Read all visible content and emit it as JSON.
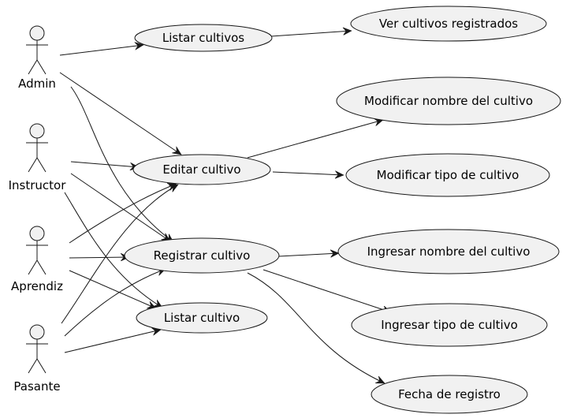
{
  "actors": [
    {
      "id": "admin",
      "label": "Admin"
    },
    {
      "id": "instructor",
      "label": "Instructor"
    },
    {
      "id": "aprendiz",
      "label": "Aprendiz"
    },
    {
      "id": "pasante",
      "label": "Pasante"
    }
  ],
  "usecases": [
    {
      "id": "listar_cultivos",
      "label": "Listar cultivos"
    },
    {
      "id": "ver_cultivos",
      "label": "Ver cultivos registrados"
    },
    {
      "id": "mod_nombre",
      "label": "Modificar nombre del cultivo"
    },
    {
      "id": "editar",
      "label": "Editar cultivo"
    },
    {
      "id": "mod_tipo",
      "label": "Modificar tipo de cultivo"
    },
    {
      "id": "registrar",
      "label": "Registrar cultivo"
    },
    {
      "id": "ing_nombre",
      "label": "Ingresar nombre del cultivo"
    },
    {
      "id": "listar_cultivo",
      "label": "Listar cultivo"
    },
    {
      "id": "ing_tipo",
      "label": "Ingresar tipo de cultivo"
    },
    {
      "id": "fecha",
      "label": "Fecha de registro"
    }
  ],
  "relations": [
    {
      "from": "admin",
      "to": "listar_cultivos"
    },
    {
      "from": "admin",
      "to": "editar"
    },
    {
      "from": "admin",
      "to": "registrar"
    },
    {
      "from": "instructor",
      "to": "editar"
    },
    {
      "from": "instructor",
      "to": "registrar"
    },
    {
      "from": "instructor",
      "to": "listar_cultivo"
    },
    {
      "from": "aprendiz",
      "to": "editar"
    },
    {
      "from": "aprendiz",
      "to": "registrar"
    },
    {
      "from": "aprendiz",
      "to": "listar_cultivo"
    },
    {
      "from": "pasante",
      "to": "editar"
    },
    {
      "from": "pasante",
      "to": "registrar"
    },
    {
      "from": "pasante",
      "to": "listar_cultivo"
    },
    {
      "from": "listar_cultivos",
      "to": "ver_cultivos"
    },
    {
      "from": "editar",
      "to": "mod_nombre"
    },
    {
      "from": "editar",
      "to": "mod_tipo"
    },
    {
      "from": "registrar",
      "to": "ing_nombre"
    },
    {
      "from": "registrar",
      "to": "ing_tipo"
    },
    {
      "from": "registrar",
      "to": "fecha"
    }
  ]
}
